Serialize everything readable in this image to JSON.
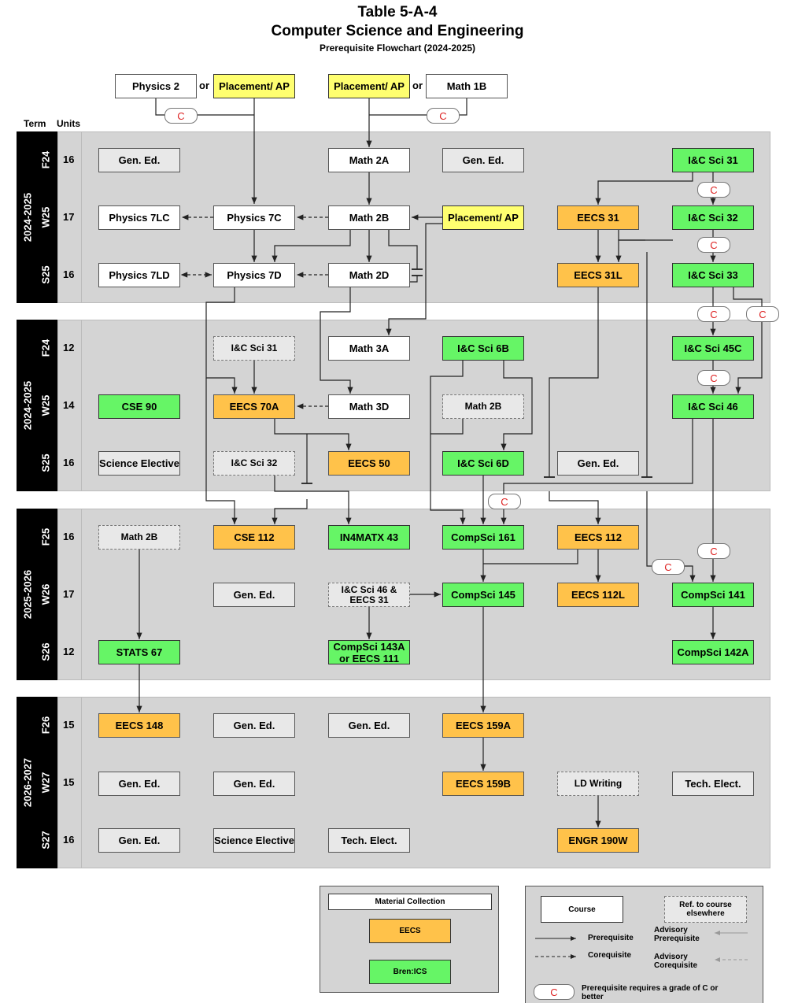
{
  "title": {
    "line1": "Table 5-A-4",
    "line2": "Computer Science and Engineering",
    "line3": "Prerequisite Flowchart (2024-2025)"
  },
  "headers": {
    "term": "Term",
    "units": "Units"
  },
  "colors": {
    "green": "#66f566",
    "orange": "#ffc24a",
    "yellow": "#ffff70",
    "gray": "#e8e8e8",
    "grade_c": "#dd2222"
  },
  "years": [
    {
      "label": "2024-2025",
      "terms": [
        {
          "term": "F24",
          "units": "16"
        },
        {
          "term": "W25",
          "units": "17"
        },
        {
          "term": "S25",
          "units": "16"
        }
      ]
    },
    {
      "label": "2024-2025",
      "terms": [
        {
          "term": "F24",
          "units": "12"
        },
        {
          "term": "W25",
          "units": "14"
        },
        {
          "term": "S25",
          "units": "16"
        }
      ]
    },
    {
      "label": "2025-2026",
      "terms": [
        {
          "term": "F25",
          "units": "16"
        },
        {
          "term": "W26",
          "units": "17"
        },
        {
          "term": "S26",
          "units": "12"
        }
      ]
    },
    {
      "label": "2026-2027",
      "terms": [
        {
          "term": "F26",
          "units": "15"
        },
        {
          "term": "W27",
          "units": "15"
        },
        {
          "term": "S27",
          "units": "16"
        }
      ]
    }
  ],
  "or_label": "or",
  "grade_badge": "C",
  "courses": [
    {
      "id": "phys2",
      "label": "Physics 2",
      "type": "white"
    },
    {
      "id": "place1",
      "label": "Placement/ AP",
      "type": "yellow"
    },
    {
      "id": "place2",
      "label": "Placement/ AP",
      "type": "yellow"
    },
    {
      "id": "math1b",
      "label": "Math 1B",
      "type": "white"
    },
    {
      "id": "ge1",
      "label": "Gen. Ed.",
      "type": "gray"
    },
    {
      "id": "math2a",
      "label": "Math 2A",
      "type": "white"
    },
    {
      "id": "ge2",
      "label": "Gen. Ed.",
      "type": "gray"
    },
    {
      "id": "ics31",
      "label": "I&C Sci 31",
      "type": "green"
    },
    {
      "id": "p7lc",
      "label": "Physics 7LC",
      "type": "white"
    },
    {
      "id": "p7c",
      "label": "Physics 7C",
      "type": "white"
    },
    {
      "id": "math2b",
      "label": "Math 2B",
      "type": "white"
    },
    {
      "id": "place3",
      "label": "Placement/ AP",
      "type": "yellow"
    },
    {
      "id": "eecs31",
      "label": "EECS 31",
      "type": "orange"
    },
    {
      "id": "ics32",
      "label": "I&C Sci 32",
      "type": "green"
    },
    {
      "id": "p7ld",
      "label": "Physics 7LD",
      "type": "white"
    },
    {
      "id": "p7d",
      "label": "Physics 7D",
      "type": "white"
    },
    {
      "id": "math2d",
      "label": "Math 2D",
      "type": "white"
    },
    {
      "id": "eecs31l",
      "label": "EECS 31L",
      "type": "orange"
    },
    {
      "id": "ics33",
      "label": "I&C Sci 33",
      "type": "green"
    },
    {
      "id": "ref31",
      "label": "I&C Sci 31",
      "type": "ref"
    },
    {
      "id": "math3a",
      "label": "Math 3A",
      "type": "white"
    },
    {
      "id": "ics6b",
      "label": "I&C Sci 6B",
      "type": "green"
    },
    {
      "id": "ics45c",
      "label": "I&C Sci 45C",
      "type": "green"
    },
    {
      "id": "cse90",
      "label": "CSE 90",
      "type": "green"
    },
    {
      "id": "eecs70a",
      "label": "EECS 70A",
      "type": "orange"
    },
    {
      "id": "math3d",
      "label": "Math 3D",
      "type": "white"
    },
    {
      "id": "ref2b",
      "label": "Math 2B",
      "type": "ref"
    },
    {
      "id": "ics46",
      "label": "I&C Sci 46",
      "type": "green"
    },
    {
      "id": "scel1",
      "label": "Science Elective",
      "type": "gray"
    },
    {
      "id": "ref32",
      "label": "I&C Sci 32",
      "type": "ref"
    },
    {
      "id": "eecs50",
      "label": "EECS 50",
      "type": "orange"
    },
    {
      "id": "ics6d",
      "label": "I&C Sci 6D",
      "type": "green"
    },
    {
      "id": "ge3",
      "label": "Gen. Ed.",
      "type": "gray"
    },
    {
      "id": "ref2b2",
      "label": "Math 2B",
      "type": "ref"
    },
    {
      "id": "cse112",
      "label": "CSE 112",
      "type": "orange"
    },
    {
      "id": "in43",
      "label": "IN4MATX 43",
      "type": "green"
    },
    {
      "id": "cs161",
      "label": "CompSci 161",
      "type": "green"
    },
    {
      "id": "eecs112",
      "label": "EECS 112",
      "type": "orange"
    },
    {
      "id": "ge4",
      "label": "Gen. Ed.",
      "type": "gray"
    },
    {
      "id": "ref46",
      "label": "I&C Sci 46 & EECS 31",
      "type": "ref"
    },
    {
      "id": "cs145",
      "label": "CompSci 145",
      "type": "green"
    },
    {
      "id": "eecs112l",
      "label": "EECS 112L",
      "type": "orange"
    },
    {
      "id": "cs141",
      "label": "CompSci 141",
      "type": "green"
    },
    {
      "id": "stats67",
      "label": "STATS 67",
      "type": "green"
    },
    {
      "id": "cs143a",
      "label": "CompSci 143A or EECS 111",
      "type": "green"
    },
    {
      "id": "cs142a",
      "label": "CompSci 142A",
      "type": "green"
    },
    {
      "id": "eecs148",
      "label": "EECS 148",
      "type": "orange"
    },
    {
      "id": "ge5",
      "label": "Gen. Ed.",
      "type": "gray"
    },
    {
      "id": "ge6",
      "label": "Gen. Ed.",
      "type": "gray"
    },
    {
      "id": "eecs159a",
      "label": "EECS 159A",
      "type": "orange"
    },
    {
      "id": "ge7",
      "label": "Gen. Ed.",
      "type": "gray"
    },
    {
      "id": "ge8",
      "label": "Gen. Ed.",
      "type": "gray"
    },
    {
      "id": "eecs159b",
      "label": "EECS 159B",
      "type": "orange"
    },
    {
      "id": "ldw",
      "label": "LD Writing",
      "type": "ref"
    },
    {
      "id": "te1",
      "label": "Tech. Elect.",
      "type": "gray"
    },
    {
      "id": "ge9",
      "label": "Gen. Ed.",
      "type": "gray"
    },
    {
      "id": "scel2",
      "label": "Science Elective",
      "type": "gray"
    },
    {
      "id": "te2",
      "label": "Tech. Elect.",
      "type": "gray"
    },
    {
      "id": "engr190w",
      "label": "ENGR 190W",
      "type": "orange"
    }
  ],
  "legend": {
    "material_title": "Material Collection",
    "eecs": "EECS",
    "bren": "Bren:ICS",
    "course": "Course",
    "ref": "Ref. to course elsewhere",
    "prereq": "Prerequisite",
    "coreq": "Corequisite",
    "adv_prereq": "Advisory Prerequisite",
    "adv_coreq": "Advisory Corequisite",
    "grade_note": "Prerequisite requires a grade of C or better"
  }
}
